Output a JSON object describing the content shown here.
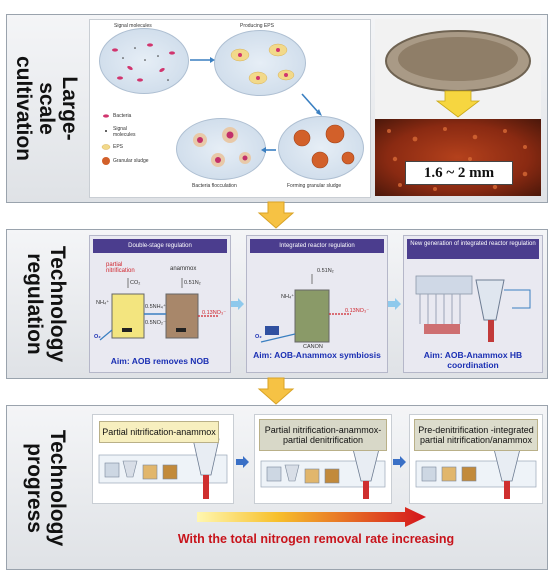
{
  "panels": {
    "cultivation": {
      "title": "Large-scale cultivation",
      "labels": {
        "signal_molecules": "Signal molecules",
        "producing_eps": "Producing EPS",
        "bacteria_flocculation": "Bacteria flocculation",
        "forming_granular_sludge": "Forming granular sludge"
      },
      "legend": {
        "bacteria": "Bacteria",
        "signal": "Signal molecules",
        "eps": "EPS",
        "granular": "Granular sludge"
      },
      "size_label": "1.6 ~ 2 mm"
    },
    "regulation": {
      "title": "Technology regulation",
      "cards": [
        {
          "header": "Double-stage regulation",
          "labels": {
            "partial": "partial nitrification",
            "anammox": "anammox",
            "co2": "CO₂",
            "n2": "0.51N₂",
            "nh4": "NH₄⁺",
            "nh4b": "0.5NH₄⁺",
            "no2": "0.5NO₂⁻",
            "no3": "0.13NO₃⁻",
            "o2": "O₂"
          },
          "aim": "Aim: AOB removes NOB"
        },
        {
          "header": "Integrated reactor regulation",
          "labels": {
            "n2": "0.51N₂",
            "nh4": "NH₄⁺",
            "no3": "0.13NO₃⁻",
            "o2": "O₂",
            "canon": "CANON"
          },
          "aim": "Aim: AOB-Anammox symbiosis"
        },
        {
          "header": "New generation of integrated reactor regulation",
          "aim": "Aim: AOB-Anammox HB coordination"
        }
      ]
    },
    "progress": {
      "title": "Technology progress",
      "stages": [
        {
          "label": "Partial nitrification-anammox"
        },
        {
          "label": "Partial nitrification-anammox-partial denitrification"
        },
        {
          "label": "Pre-denitrification -integrated partial nitrification/anammox"
        }
      ],
      "footer": "With the total nitrogen removal rate increasing"
    }
  },
  "colors": {
    "panel_border": "#9aa3ad",
    "card_header": "#4b3d8e",
    "aim_text": "#1a2fb3",
    "stage_header": "#f7efbf",
    "footer_text": "#c8141c",
    "arrow_gold": "#f6c244"
  }
}
